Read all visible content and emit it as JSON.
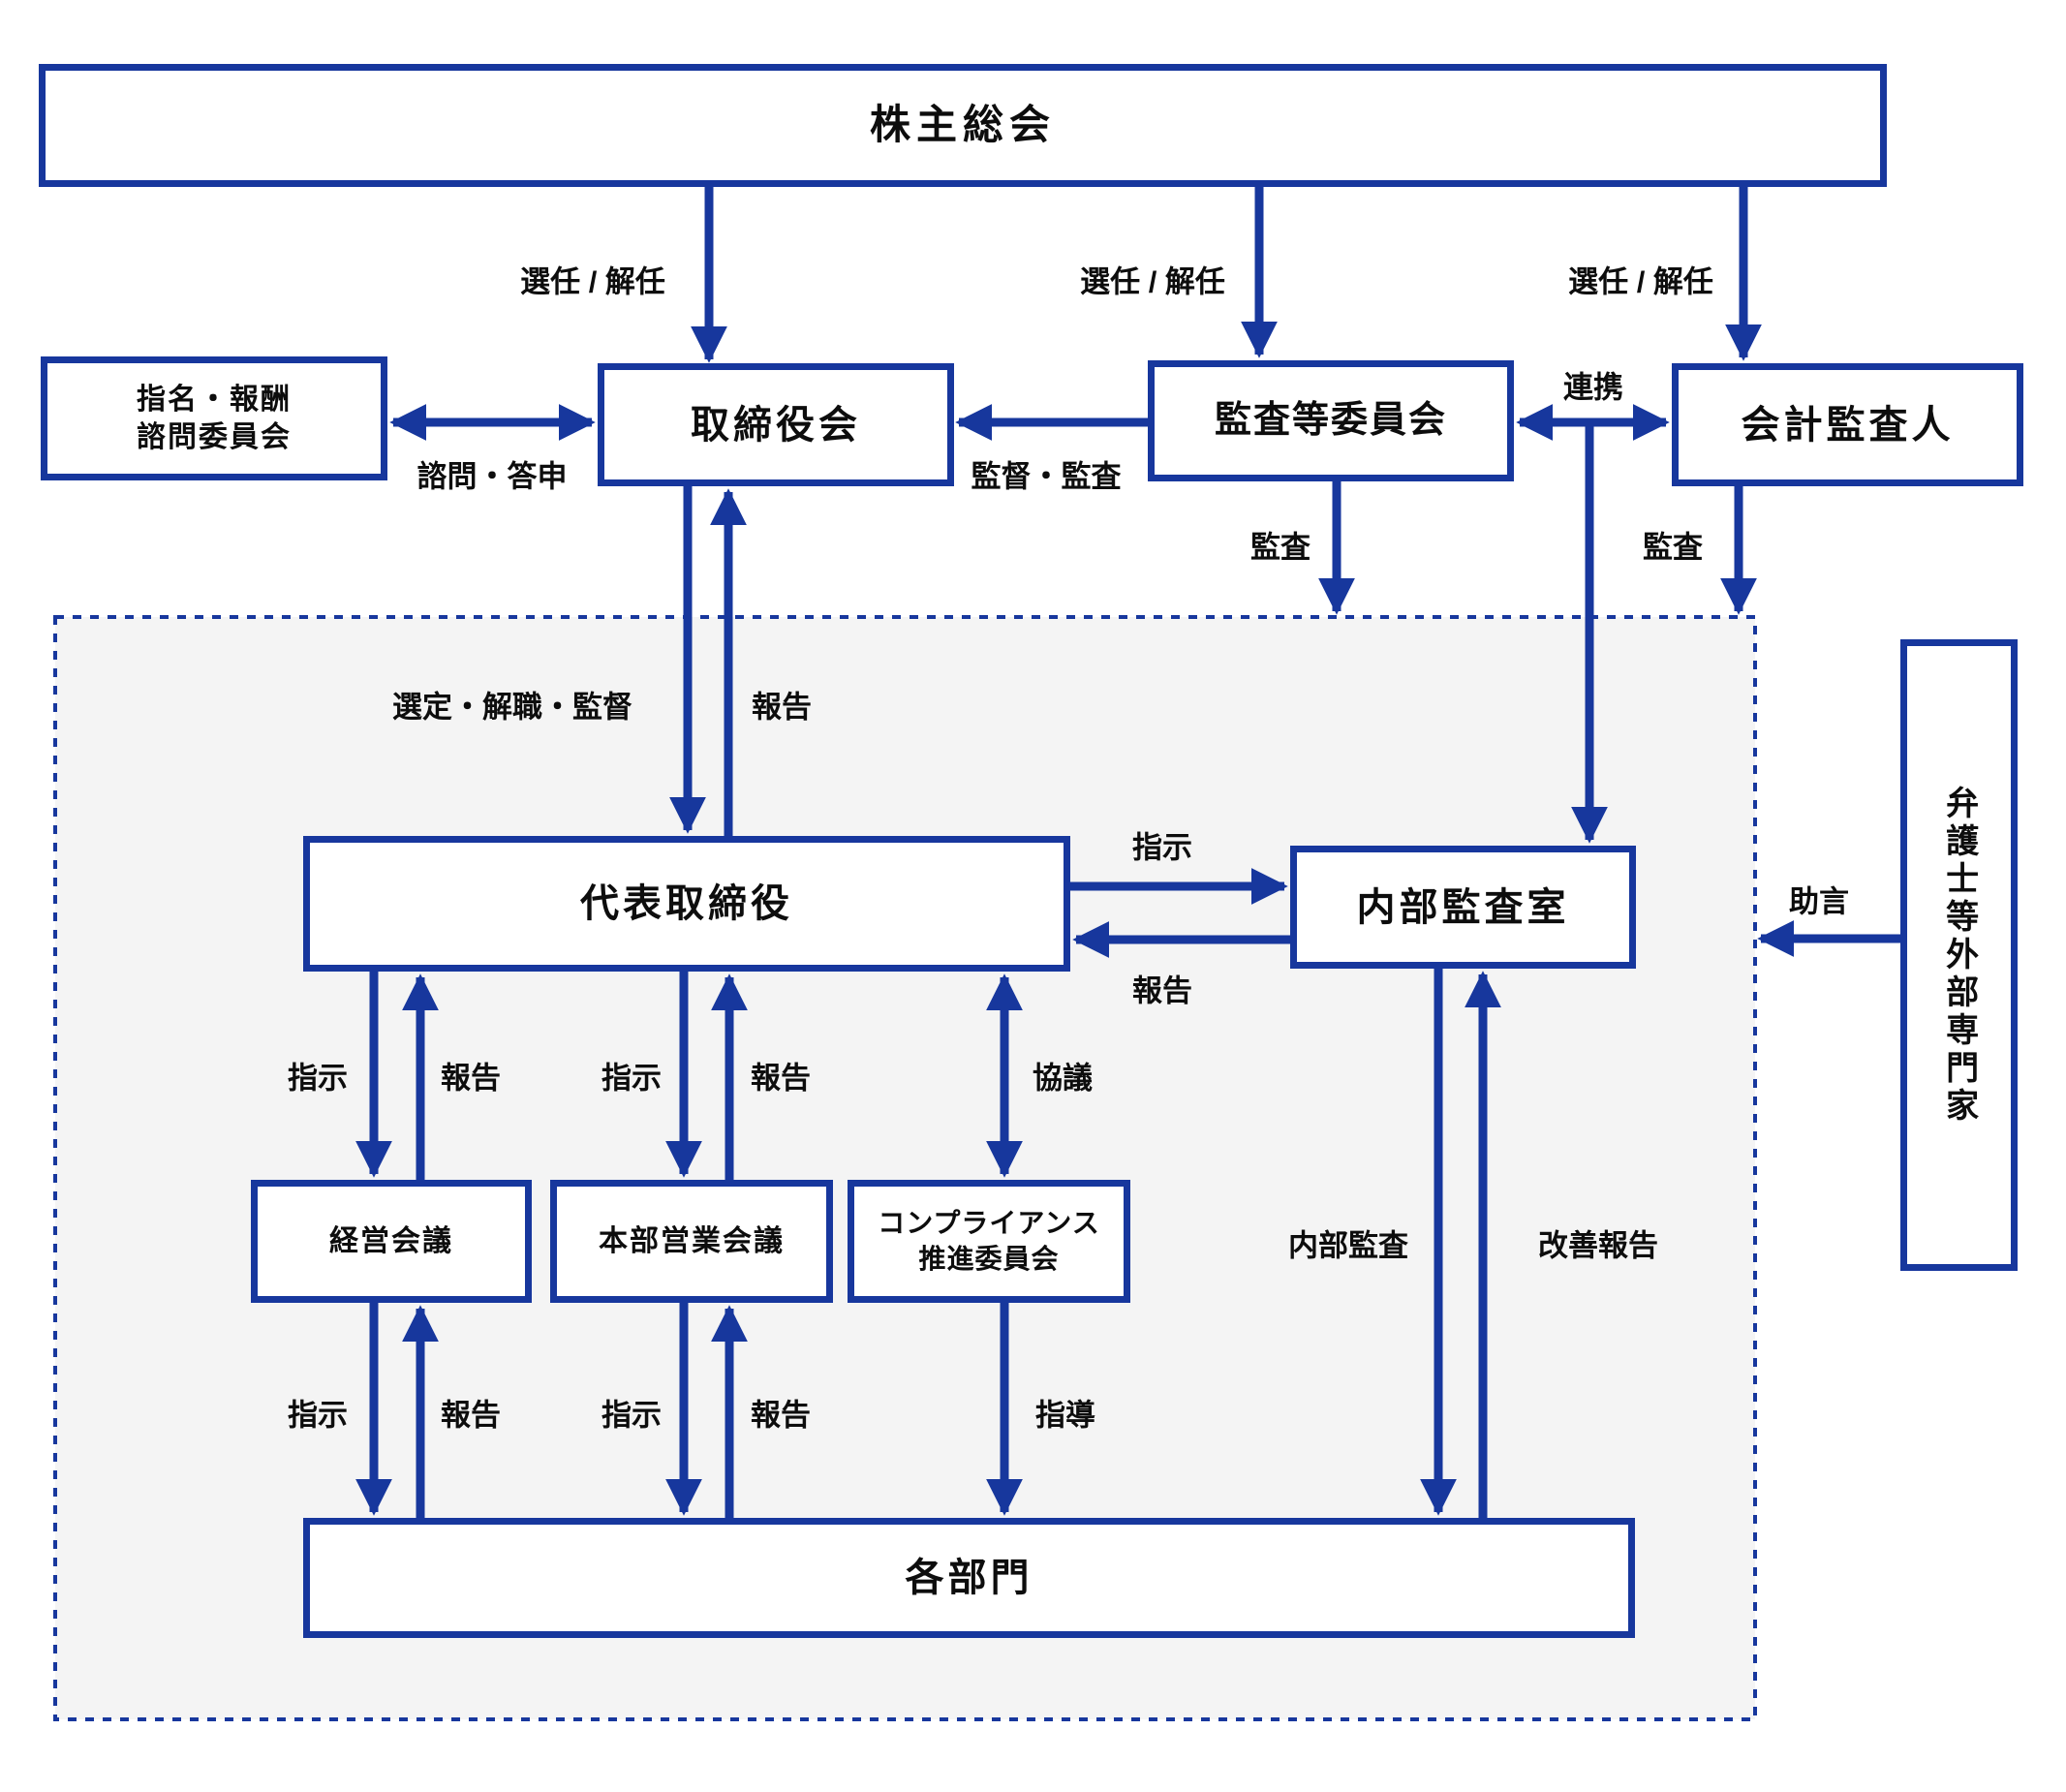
{
  "diagram": {
    "kind": "corporate-governance-structure",
    "colors": {
      "line_blue": "#17379D",
      "inner_area_bg": "#F4F4F4",
      "box_bg": "#FFFFFF",
      "text": "#0D0D0D"
    },
    "nodes": {
      "shareholders": "株主総会",
      "nomination_line1": "指名・報酬",
      "nomination_line2": "諮問委員会",
      "board": "取締役会",
      "audit_committee": "監査等委員会",
      "accounting_auditor": "会計監査人",
      "representative_director": "代表取締役",
      "internal_audit_office": "内部監査室",
      "management_meeting": "経営会議",
      "hq_sales_meeting": "本部営業会議",
      "compliance_line1": "コンプライアンス",
      "compliance_line2": "推進委員会",
      "departments": "各部門",
      "external_experts": "弁護士等外部専門家"
    },
    "edge_labels": {
      "election1": "選任 / 解任",
      "election2": "選任 / 解任",
      "election3": "選任 / 解任",
      "consult_report": "諮問・答申",
      "supervise_audit": "監督・監査",
      "cooperation": "連携",
      "audit_down1": "監査",
      "audit_down2": "監査",
      "select_dismiss_supervise": "選定・解職・監督",
      "report_to_board": "報告",
      "instruct_internal_audit": "指示",
      "report_from_internal_audit": "報告",
      "advice": "助言",
      "instruct_mm": "指示",
      "report_mm": "報告",
      "instruct_hq": "指示",
      "report_hq": "報告",
      "discussion": "協議",
      "instruct_mm2": "指示",
      "report_mm2": "報告",
      "instruct_hq2": "指示",
      "report_hq2": "報告",
      "guidance": "指導",
      "internal_audit": "内部監査",
      "improvement_report": "改善報告"
    },
    "connections": [
      {
        "from": "shareholders",
        "to": "board",
        "label": "選任 / 解任",
        "bidirectional": false
      },
      {
        "from": "shareholders",
        "to": "audit_committee",
        "label": "選任 / 解任",
        "bidirectional": false
      },
      {
        "from": "shareholders",
        "to": "accounting_auditor",
        "label": "選任 / 解任",
        "bidirectional": false
      },
      {
        "from": "nomination_committee",
        "to": "board",
        "label": "諮問・答申",
        "bidirectional": true
      },
      {
        "from": "audit_committee",
        "to": "board",
        "label": "監督・監査",
        "bidirectional": false
      },
      {
        "from": "audit_committee",
        "to": "accounting_auditor",
        "label": "連携",
        "bidirectional": true
      },
      {
        "from": "audit_committee",
        "to": "dashed_execution_area",
        "label": "監査",
        "bidirectional": false
      },
      {
        "from": "accounting_auditor",
        "to": "dashed_execution_area",
        "label": "監査",
        "bidirectional": false
      },
      {
        "from": "cooperation_link",
        "to": "internal_audit_office",
        "label": "",
        "bidirectional": false
      },
      {
        "from": "board",
        "to": "representative_director",
        "label": "選定・解職・監督",
        "bidirectional": false
      },
      {
        "from": "representative_director",
        "to": "board",
        "label": "報告",
        "bidirectional": false
      },
      {
        "from": "representative_director",
        "to": "internal_audit_office",
        "label": "指示",
        "bidirectional": false
      },
      {
        "from": "internal_audit_office",
        "to": "representative_director",
        "label": "報告",
        "bidirectional": false
      },
      {
        "from": "external_experts",
        "to": "dashed_execution_area",
        "label": "助言",
        "bidirectional": false
      },
      {
        "from": "representative_director",
        "to": "management_meeting",
        "label": "指示",
        "bidirectional": false
      },
      {
        "from": "management_meeting",
        "to": "representative_director",
        "label": "報告",
        "bidirectional": false
      },
      {
        "from": "representative_director",
        "to": "hq_sales_meeting",
        "label": "指示",
        "bidirectional": false
      },
      {
        "from": "hq_sales_meeting",
        "to": "representative_director",
        "label": "報告",
        "bidirectional": false
      },
      {
        "from": "representative_director",
        "to": "compliance_committee",
        "label": "協議",
        "bidirectional": true
      },
      {
        "from": "management_meeting",
        "to": "departments",
        "label": "指示",
        "bidirectional": false
      },
      {
        "from": "departments",
        "to": "management_meeting",
        "label": "報告",
        "bidirectional": false
      },
      {
        "from": "hq_sales_meeting",
        "to": "departments",
        "label": "指示",
        "bidirectional": false
      },
      {
        "from": "departments",
        "to": "hq_sales_meeting",
        "label": "報告",
        "bidirectional": false
      },
      {
        "from": "compliance_committee",
        "to": "departments",
        "label": "指導",
        "bidirectional": false
      },
      {
        "from": "internal_audit_office",
        "to": "departments",
        "label": "内部監査",
        "bidirectional": false
      },
      {
        "from": "departments",
        "to": "internal_audit_office",
        "label": "改善報告",
        "bidirectional": false
      }
    ]
  }
}
